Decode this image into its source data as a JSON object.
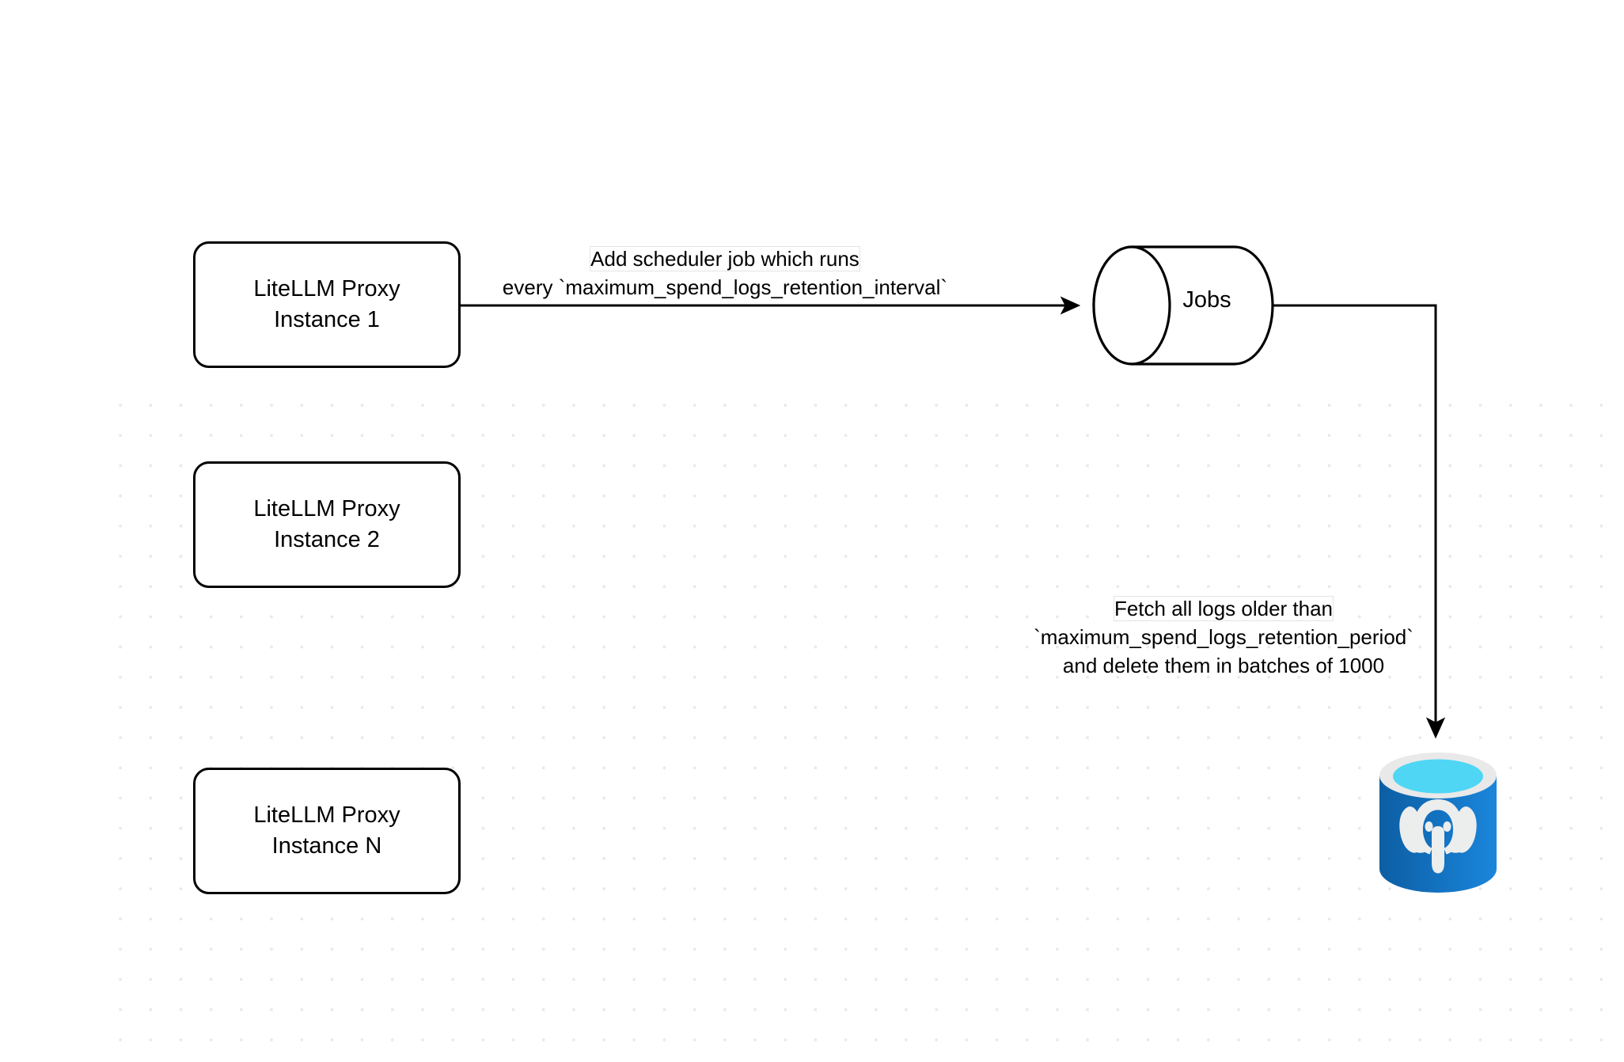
{
  "diagram": {
    "title": "LiteLLM spend logs retention scheduler flow",
    "background": {
      "color": "#ffffff",
      "grid": "dot-grid",
      "grid_dot_color": "#e9e9eb"
    },
    "nodes": [
      {
        "id": "proxy-1",
        "type": "rounded-rect",
        "line1": "LiteLLM Proxy",
        "line2": "Instance 1"
      },
      {
        "id": "proxy-2",
        "type": "rounded-rect",
        "line1": "LiteLLM Proxy",
        "line2": "Instance 2"
      },
      {
        "id": "proxy-n",
        "type": "rounded-rect",
        "line1": "LiteLLM Proxy",
        "line2": "Instance N"
      },
      {
        "id": "jobs",
        "type": "cylinder",
        "label": "Jobs"
      },
      {
        "id": "postgres",
        "type": "database-icon",
        "label": "postgresql-elephant-icon"
      }
    ],
    "edges": [
      {
        "id": "edge-scheduler",
        "from": "proxy-1",
        "to": "jobs",
        "arrow": "end",
        "label_line1": "Add scheduler job which runs",
        "label_line2": "every `maximum_spend_logs_retention_interval`"
      },
      {
        "id": "edge-fetch",
        "from": "jobs",
        "to": "postgres",
        "arrow": "end",
        "label_line1": "Fetch all logs older than",
        "label_line2": "`maximum_spend_logs_retention_period`",
        "label_line3": "and delete them in batches of 1000"
      }
    ],
    "colors": {
      "stroke": "#000000",
      "node_fill": "#ffffff",
      "postgres_body_dark": "#0f62ab",
      "postgres_body_light": "#1a7ed1",
      "postgres_rim": "#e8e8e8",
      "postgres_top": "#4fd6f5",
      "postgres_top_shadow": "#1787b8",
      "postgres_elephant": "#eceded"
    }
  }
}
